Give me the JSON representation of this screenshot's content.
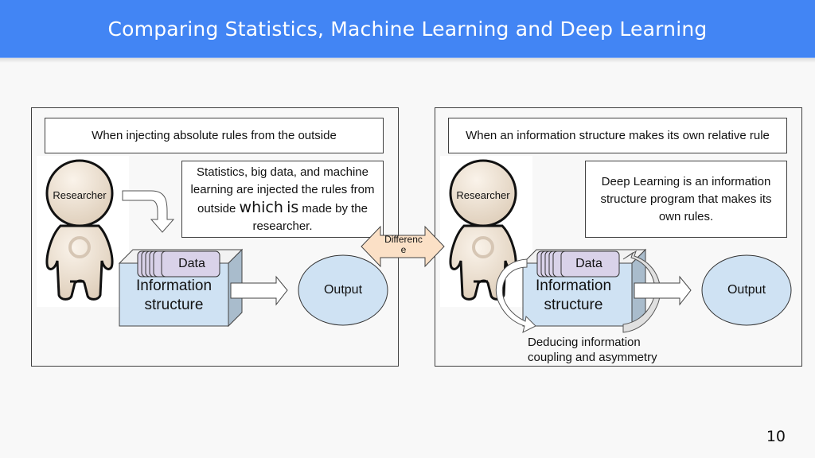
{
  "header": {
    "title": "Comparing Statistics, Machine Learning and Deep Learning",
    "background": "#4285f4"
  },
  "left_panel": {
    "heading": "When injecting absolute rules from the outside",
    "description_parts": [
      "Statistics, big data, and machine learning are injected the rules from outside ",
      "which",
      " ",
      "is",
      " made by the researcher."
    ],
    "figure_label": "Researcher",
    "data_label": "Data",
    "box_label_line1": "Information",
    "box_label_line2": "structure",
    "output_label": "Output"
  },
  "right_panel": {
    "heading": "When an information structure makes its own relative rule",
    "description": "Deep Learning is an information structure program that makes its own rules.",
    "figure_label": "Researcher",
    "data_label": "Data",
    "box_label_line1": "Information",
    "box_label_line2": "structure",
    "output_label": "Output",
    "caption_line1": "Deducing information",
    "caption_line2": "coupling and asymmetry"
  },
  "difference_arrow": {
    "label": "Differenc e",
    "label_line1": "Differenc",
    "label_line2": "e",
    "fill": "#fbe0c6"
  },
  "colors": {
    "box_front": "#cfe2f3",
    "box_side": "#a9bccc",
    "data_card": "#d9d2e9",
    "output": "#cfe2f3"
  },
  "page_number": "10"
}
